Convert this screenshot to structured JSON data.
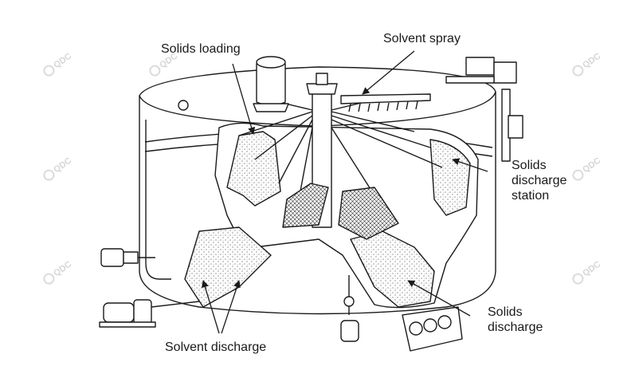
{
  "labels": {
    "solids_loading": "Solids loading",
    "solvent_spray": "Solvent spray",
    "solids_discharge_station": [
      "Solids",
      "discharge",
      "station"
    ],
    "solids_discharge": [
      "Solids",
      "discharge"
    ],
    "solvent_discharge": "Solvent discharge"
  },
  "watermark": {
    "text": "QDC",
    "color": "#cfcfcf"
  },
  "colors": {
    "line": "#1a1a1a",
    "fill": "#ffffff",
    "stipple": "#555555"
  }
}
